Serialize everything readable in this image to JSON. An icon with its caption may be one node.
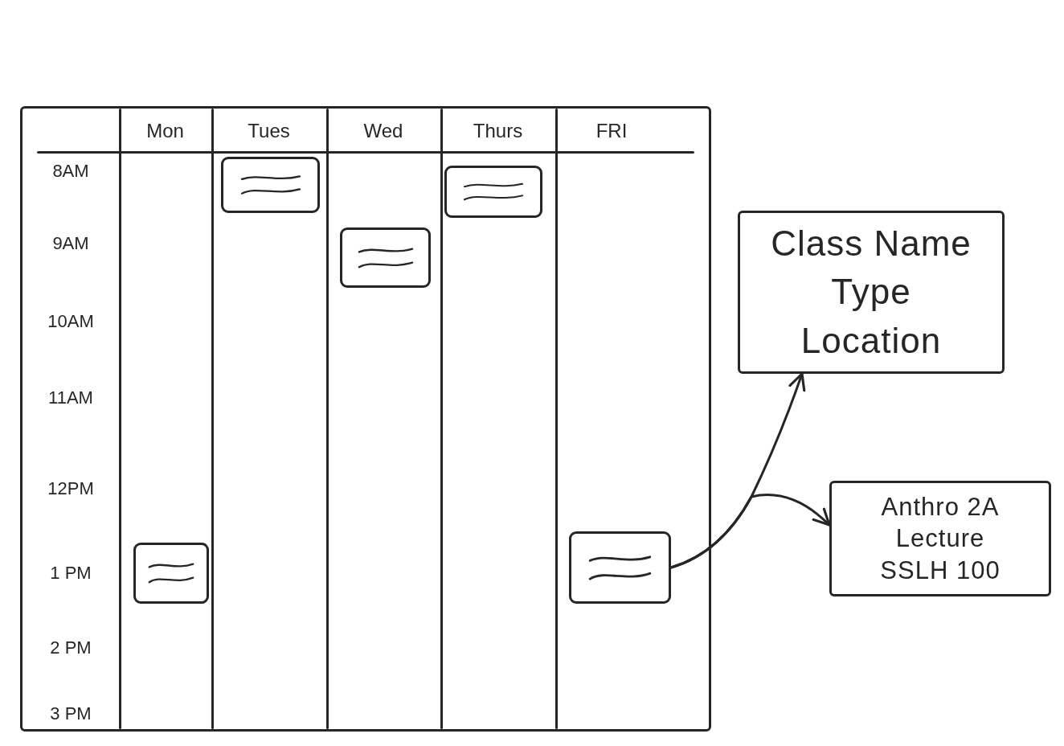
{
  "diagram": {
    "nodes": [
      {
        "text": [],
        "shape": "box"
      },
      {
        "text": [],
        "shape": "box",
        "in": 0
      },
      {
        "text": [],
        "shape": "box",
        "in": 0
      },
      {
        "text": [],
        "shape": "box",
        "in": 0
      },
      {
        "text": [],
        "shape": "box",
        "in": 0
      },
      {
        "text": [],
        "shape": "box",
        "in": 0
      },
      {
        "text": [
          "Class Name",
          "Type",
          "Location"
        ]
      },
      {
        "text": [
          "Anthro 2A",
          "Lecture",
          "SSLH 100"
        ]
      }
    ],
    "edges": [
      {
        "from": 5,
        "to": 6,
        "arrow": "to"
      },
      {
        "from": 5,
        "to": 7,
        "arrow": "to"
      }
    ],
    "labels": [
      "Mon",
      "Tues",
      "Wed",
      "Thurs",
      "FRI",
      "8AM",
      "9AM",
      "10AM",
      "11AM",
      "12PM",
      "1 PM",
      "2 PM",
      "3 PM"
    ]
  }
}
